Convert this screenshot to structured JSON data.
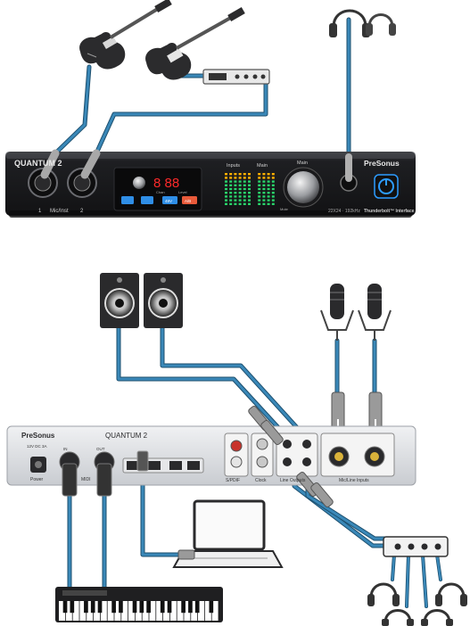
{
  "front_panel": {
    "brand": "QUANTUM 2",
    "mic_inst_label": "Mic/Inst",
    "ch1_label": "1",
    "ch2_label": "2",
    "display_digits": "8 88",
    "chan_label": "Chan",
    "level_label": "Level",
    "phantom_label": "48V",
    "ab_label": "A/B",
    "inputs_label": "Inputs",
    "main_label": "Main",
    "presonus_logo": "PreSonus",
    "spec_text": "22X24 · 192kHz",
    "interface_text": "Thunderbolt™ Interface",
    "mute_label": "Mute"
  },
  "rear_panel": {
    "brand": "PreSonus",
    "model": "QUANTUM 2",
    "power_spec": "12V DC 3A",
    "power_label": "Power",
    "in_label": "IN",
    "out_label": "OUT",
    "midi_label": "MIDI",
    "spdif_label": "S/PDIF",
    "clock_label": "Clock",
    "line_outputs_label": "Line Outputs",
    "mic_line_inputs_label": "Mic/Line Inputs"
  },
  "colors": {
    "cable": "#3a88b8",
    "cable_edge": "#1d4f6e",
    "panel_dark": "#1b1c1f",
    "panel_silver": "#d8dade",
    "display_red": "#ff2a2a",
    "button_blue": "#2f8ee6",
    "power_blue": "#2d9cff"
  },
  "icons": [
    "electric-guitar-icon",
    "electric-guitar-icon",
    "effects-rack-icon",
    "headphones-icon",
    "studio-monitor-icon",
    "condenser-microphone-icon",
    "laptop-icon",
    "midi-keyboard-icon",
    "headphone-amp-icon"
  ]
}
